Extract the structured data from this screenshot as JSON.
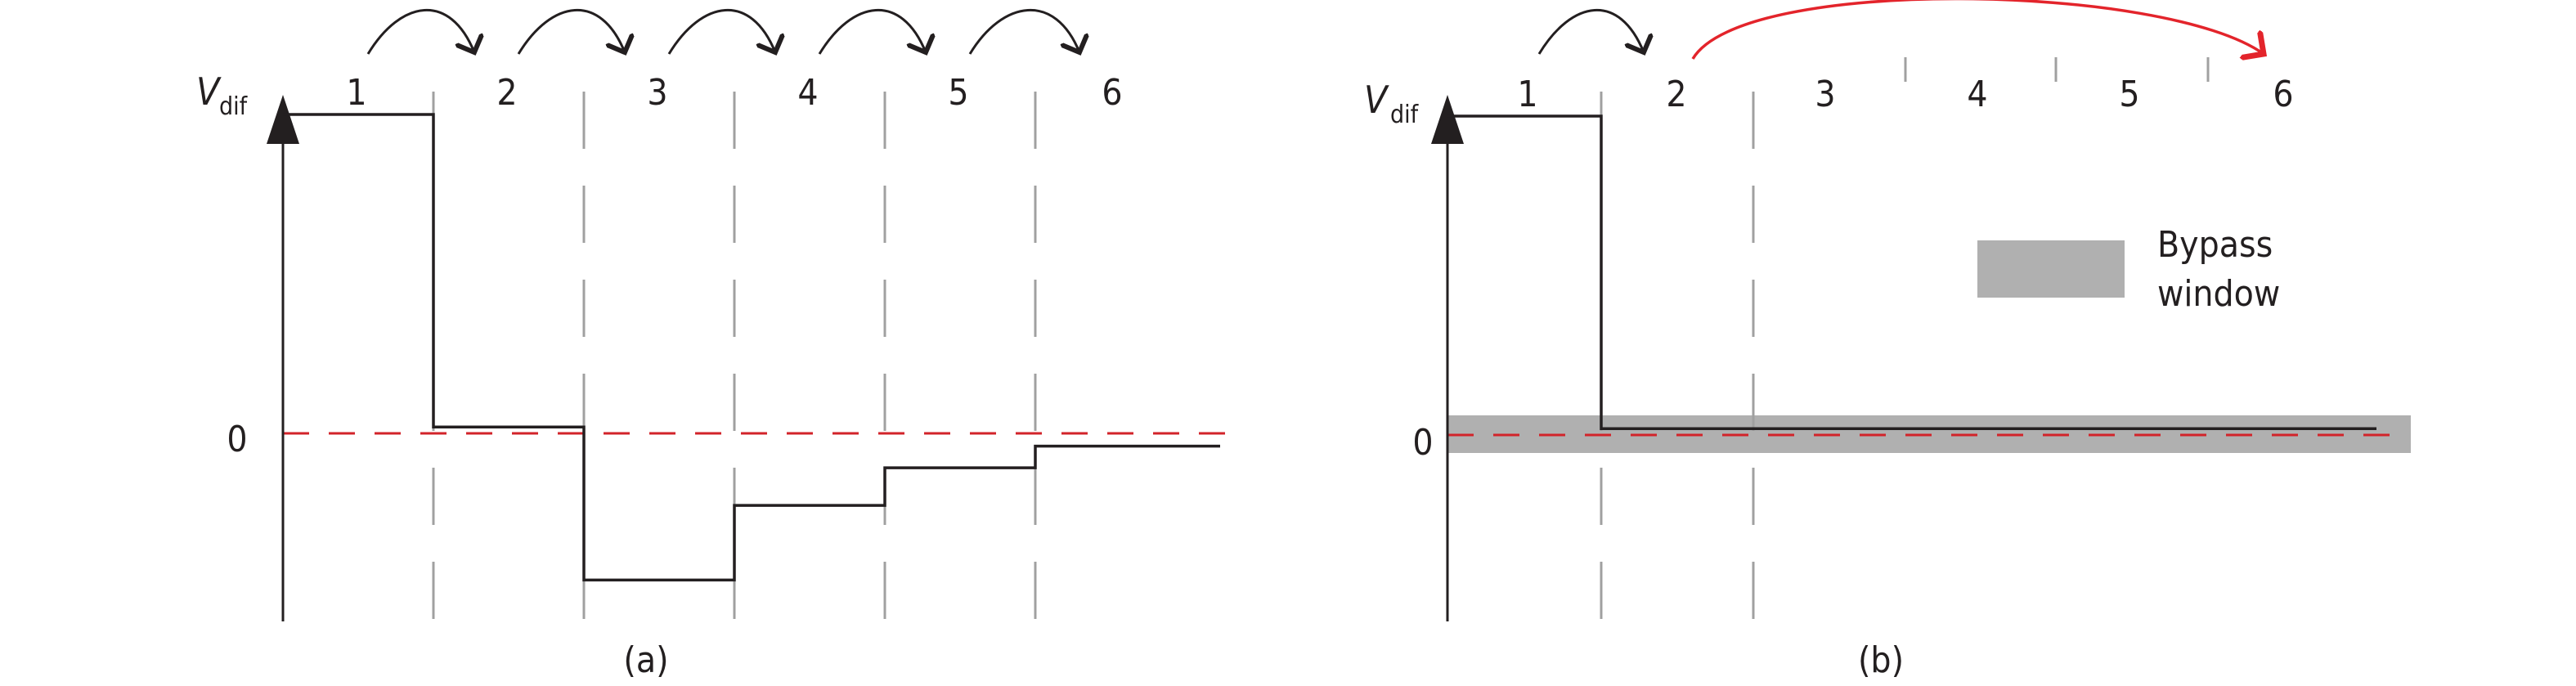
{
  "colors": {
    "step": "#231f20",
    "zero_line": "#d2232a",
    "grid": "#a0a0a0",
    "bypass": "#b0b0b0",
    "skip_arrow": "#e3242b"
  },
  "panels": [
    {
      "id": "a",
      "caption": "(a)",
      "y_label": "V",
      "y_label_sub": "dif",
      "zero_label": "0",
      "stage_labels": [
        "1",
        "2",
        "3",
        "4",
        "5",
        "6"
      ],
      "step_levels": [
        1.0,
        0.02,
        -0.46,
        -0.226,
        -0.108,
        -0.04
      ],
      "hop_arrows": [
        [
          1,
          2
        ],
        [
          2,
          3
        ],
        [
          3,
          4
        ],
        [
          4,
          5
        ],
        [
          5,
          6
        ]
      ]
    },
    {
      "id": "b",
      "caption": "(b)",
      "y_label": "V",
      "y_label_sub": "dif",
      "zero_label": "0",
      "stage_labels": [
        "1",
        "2",
        "3",
        "4",
        "5",
        "6"
      ],
      "step_levels": [
        1.0,
        0.02,
        0.02,
        0.02,
        0.02,
        0.02
      ],
      "hop_arrows": [
        [
          1,
          2
        ]
      ],
      "skip_arrow": [
        2,
        6
      ],
      "legend": {
        "line1": "Bypass",
        "line2": "window"
      }
    }
  ]
}
